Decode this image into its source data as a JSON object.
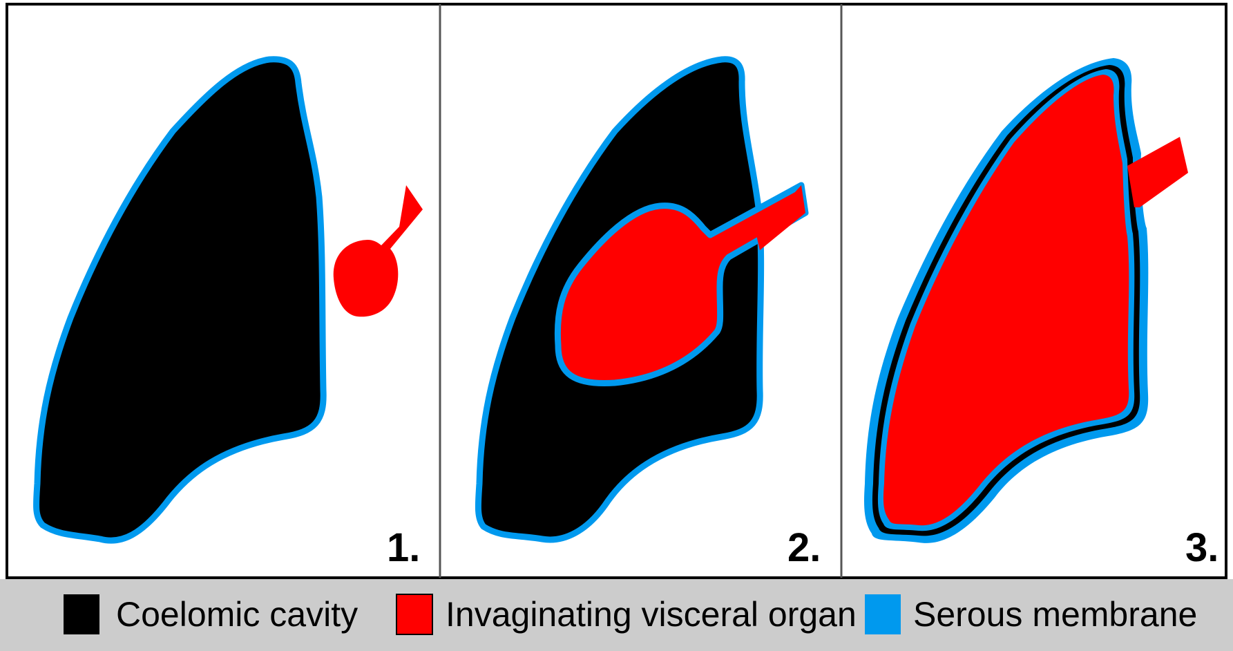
{
  "colors": {
    "coelomic_cavity": "#000000",
    "visceral_organ": "#ff0000",
    "serous_membrane": "#0099ee",
    "legend_background": "#cccccc",
    "frame": "#000000"
  },
  "panels": [
    {
      "number": "1."
    },
    {
      "number": "2."
    },
    {
      "number": "3."
    }
  ],
  "legend": {
    "items": [
      {
        "label": "Coelomic cavity",
        "swatch": "black"
      },
      {
        "label": "Invaginating visceral organ",
        "swatch": "red"
      },
      {
        "label": "Serous membrane",
        "swatch": "blue"
      }
    ]
  }
}
